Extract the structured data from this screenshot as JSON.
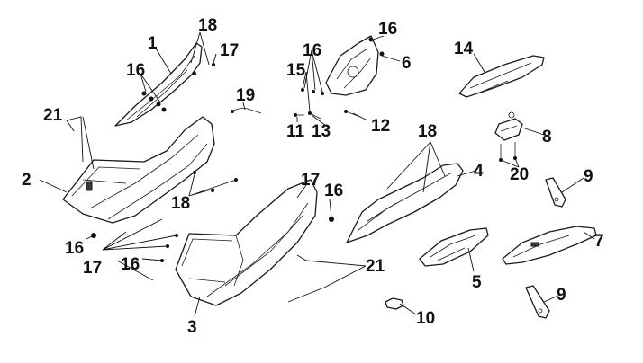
{
  "diagram": {
    "type": "exploded-parts-diagram",
    "callouts": {
      "c1": "1",
      "c2": "2",
      "c3": "3",
      "c4": "4",
      "c5": "5",
      "c6": "6",
      "c7": "7",
      "c8": "8",
      "c9a": "9",
      "c9b": "9",
      "c10": "10",
      "c11": "11",
      "c12": "12",
      "c13": "13",
      "c14": "14",
      "c15": "15",
      "c16a": "16",
      "c16b": "16",
      "c16c": "16",
      "c16d": "16",
      "c16e": "16",
      "c16f": "16",
      "c17a": "17",
      "c17b": "17",
      "c17c": "17",
      "c18a": "18",
      "c18b": "18",
      "c18c": "18",
      "c19": "19",
      "c20": "20",
      "c21a": "21",
      "c21b": "21"
    }
  }
}
